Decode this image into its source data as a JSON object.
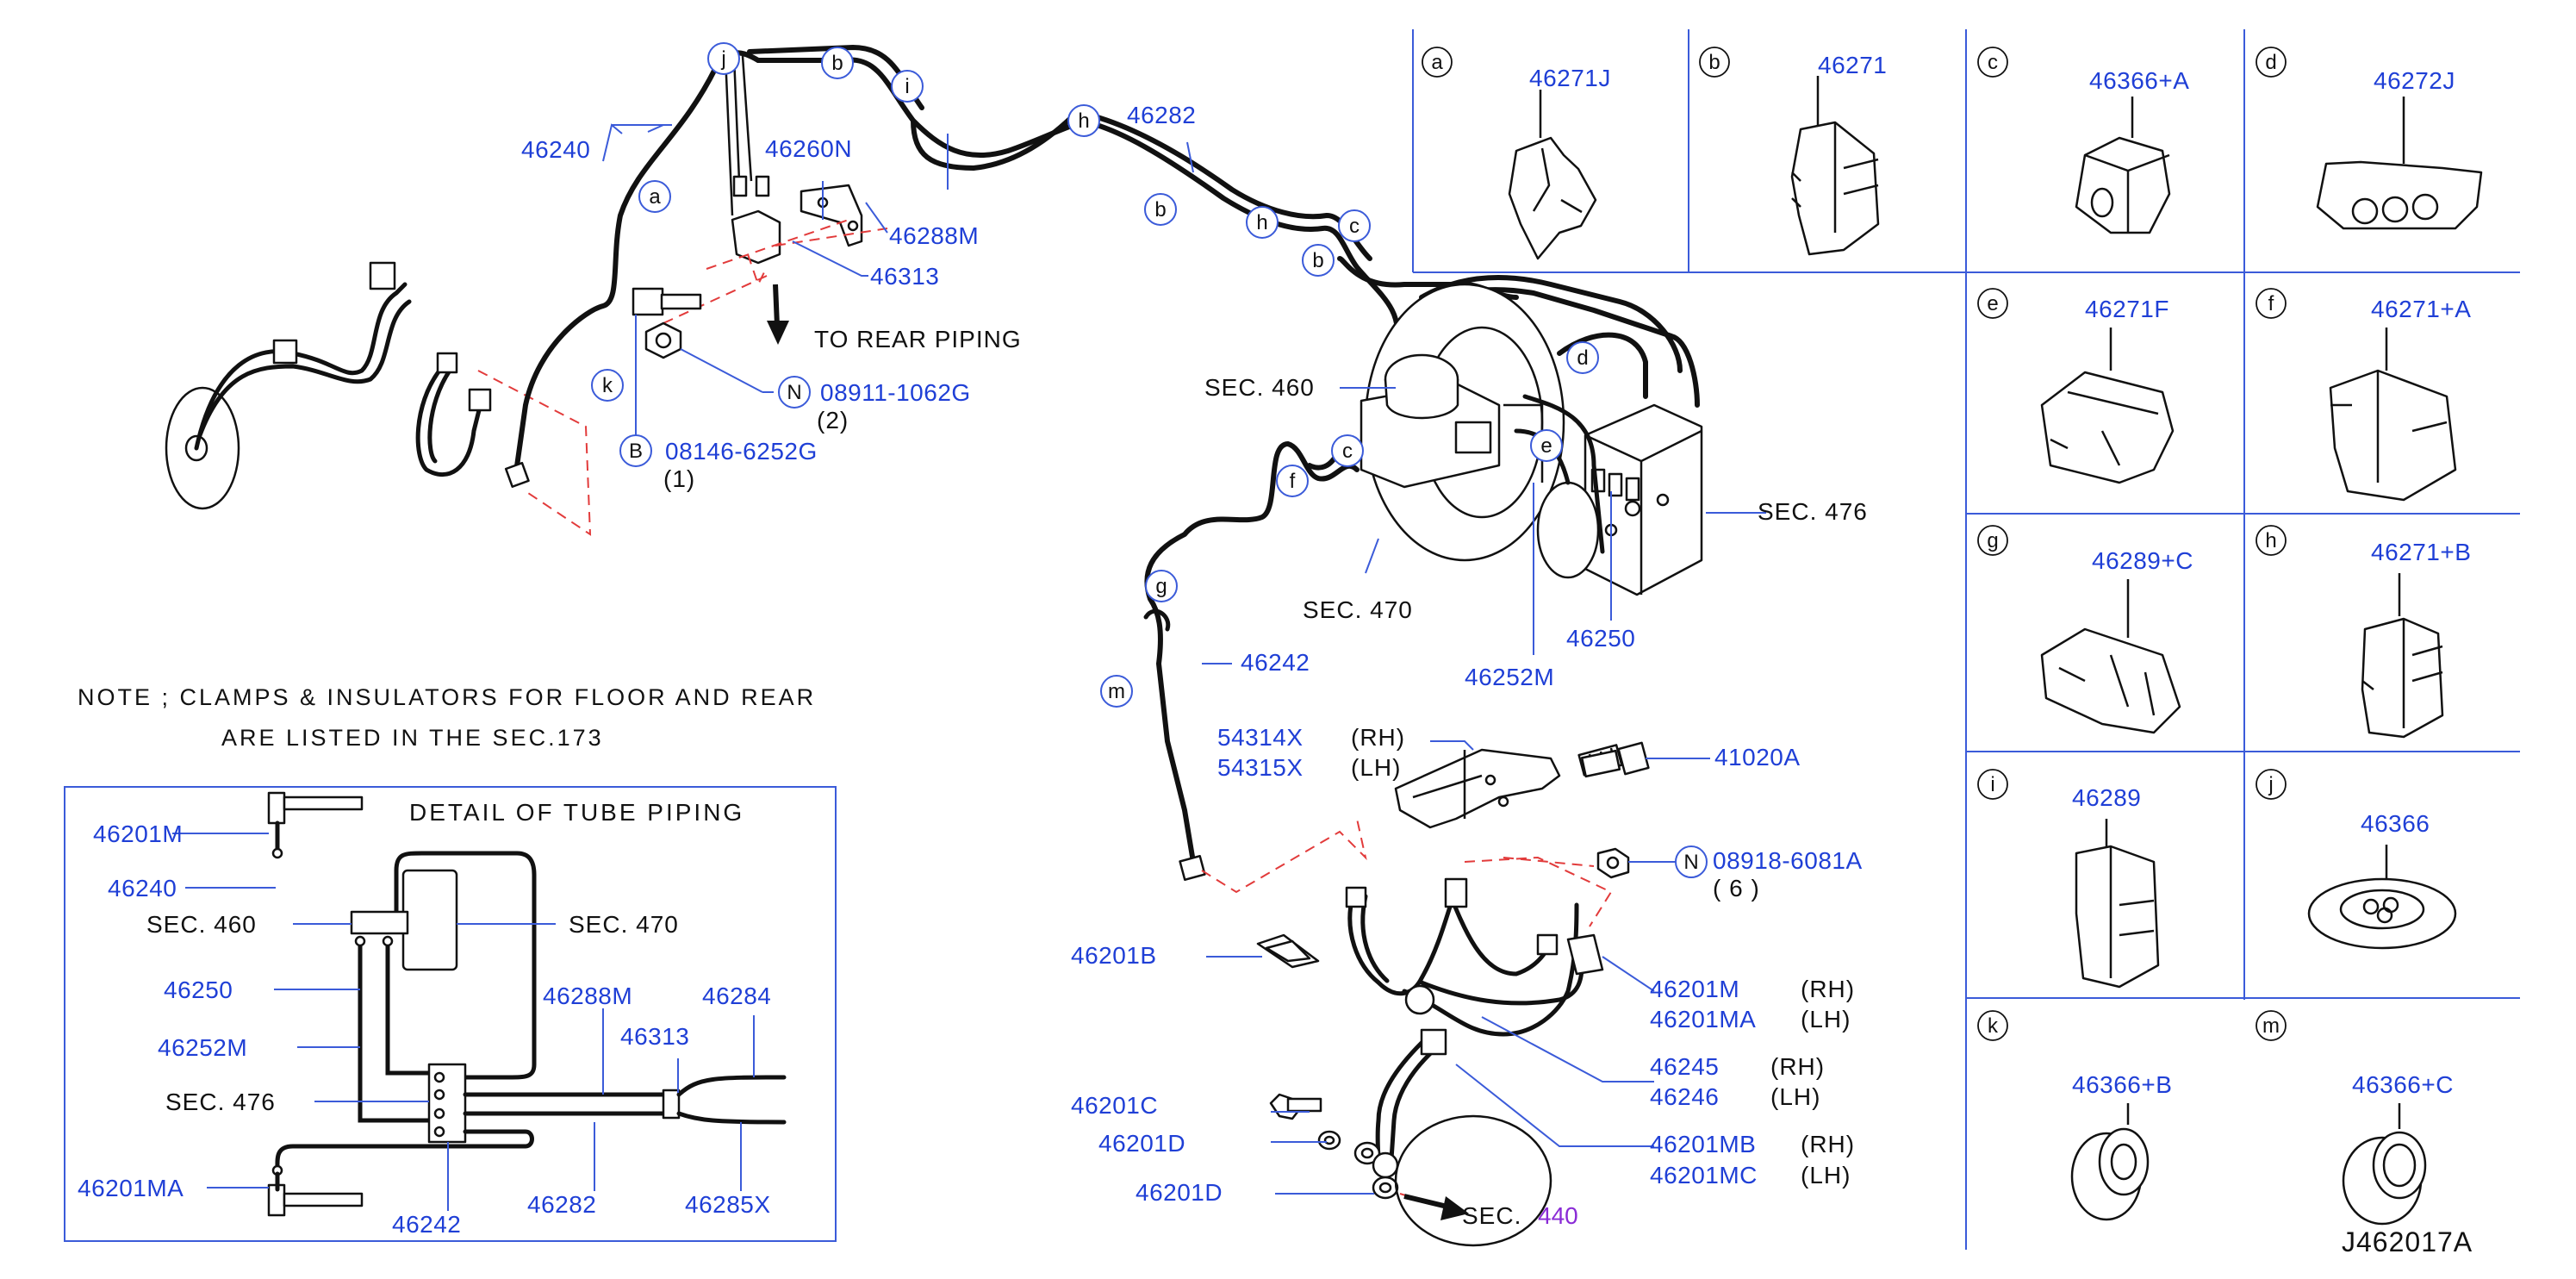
{
  "note": {
    "line1": "NOTE ; CLAMPS & INSULATORS FOR FLOOR AND REAR",
    "line2": "ARE LISTED IN THE SEC.173"
  },
  "main": {
    "p46240": "46240",
    "p46260N": "46260N",
    "p46288M": "46288M",
    "p46313": "46313",
    "to_rear": "TO REAR PIPING",
    "n_circle": "N",
    "n_part": "08911-1062G",
    "n_qty": "(2)",
    "b_circle": "B",
    "b_part": "08146-6252G",
    "b_qty": "(1)",
    "p46282": "46282",
    "sec460": "SEC. 460",
    "sec476": "SEC. 476",
    "sec470": "SEC. 470",
    "p46250": "46250",
    "p46252M": "46252M",
    "p46242": "46242",
    "p54314X": "54314X",
    "p54315X": "54315X",
    "rh": "(RH)",
    "lh": "(LH)",
    "p41020A": "41020A",
    "n2_circle": "N",
    "n2_part": "08918-6081A",
    "n2_qty": "( 6 )",
    "p46201B": "46201B",
    "p46201M": "46201M",
    "p46201MA": "46201MA",
    "p46245": "46245",
    "p46246": "46246",
    "p46201MB": "46201MB",
    "p46201MC": "46201MC",
    "p46201C": "46201C",
    "p46201D": "46201D",
    "sec440_prefix": "SEC.",
    "sec440_num": "440",
    "callouts": [
      "a",
      "b",
      "c",
      "d",
      "e",
      "f",
      "g",
      "h",
      "i",
      "j",
      "k",
      "m"
    ]
  },
  "detail": {
    "title": "DETAIL OF TUBE PIPING",
    "p46201M": "46201M",
    "p46240": "46240",
    "sec460": "SEC. 460",
    "sec470": "SEC. 470",
    "p46250": "46250",
    "p46288M": "46288M",
    "p46284": "46284",
    "p46252M": "46252M",
    "p46313": "46313",
    "sec476": "SEC. 476",
    "p46201MA": "46201MA",
    "p46242": "46242",
    "p46282": "46282",
    "p46285X": "46285X"
  },
  "clamps": [
    {
      "letter": "a",
      "part": "46271J"
    },
    {
      "letter": "b",
      "part": "46271"
    },
    {
      "letter": "c",
      "part": "46366+A"
    },
    {
      "letter": "d",
      "part": "46272J"
    },
    {
      "letter": "e",
      "part": "46271F"
    },
    {
      "letter": "f",
      "part": "46271+A"
    },
    {
      "letter": "g",
      "part": "46289+C"
    },
    {
      "letter": "h",
      "part": "46271+B"
    },
    {
      "letter": "i",
      "part": "46289"
    },
    {
      "letter": "j",
      "part": "46366"
    },
    {
      "letter": "k",
      "part": "46366+B"
    },
    {
      "letter": "m",
      "part": "46366+C"
    }
  ],
  "drawing_id": "J462017A",
  "colors": {
    "part_number": "#1f3fd6",
    "grid": "#3b5bd9",
    "phantom": "#e23b3b",
    "line": "#111111"
  }
}
